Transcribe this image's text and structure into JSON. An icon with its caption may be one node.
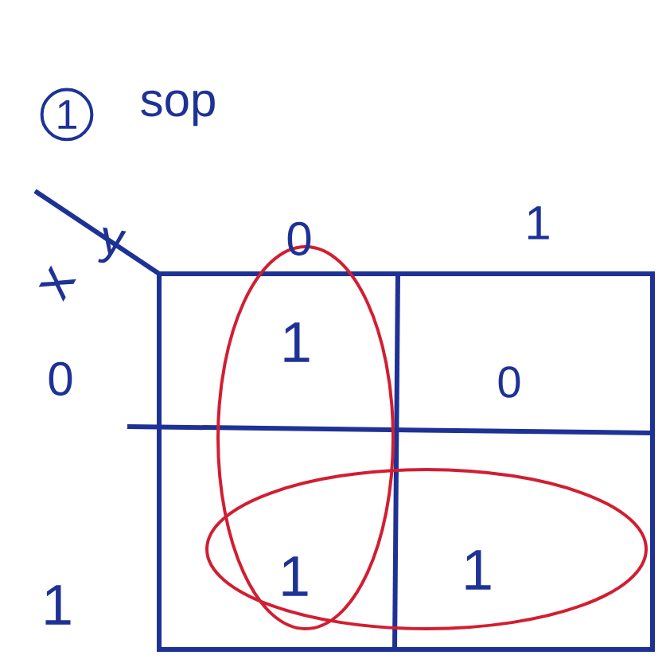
{
  "diagram": {
    "labels": [
      "1",
      "sop",
      "x",
      "y",
      "0",
      "1",
      "0",
      "1",
      "0",
      "1",
      "1",
      "1"
    ]
  }
}
